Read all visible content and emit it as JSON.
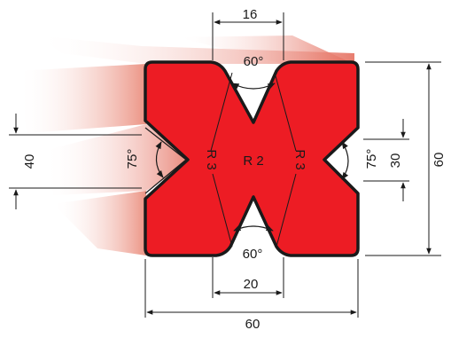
{
  "dimensions": {
    "top_groove_opening": "16",
    "bottom_groove_opening": "20",
    "overall_width": "60",
    "overall_height": "60",
    "left_groove_height": "40",
    "right_groove_height": "30"
  },
  "angles": {
    "top_groove": "60°",
    "bottom_groove": "60°",
    "left_groove": "75°",
    "right_groove": "75°"
  },
  "radii": {
    "left_groove": "R 3",
    "center": "R 2",
    "right_groove": "R 3"
  },
  "colors": {
    "die_fill": "#ed1c24",
    "die_outline": "#1a1a1a",
    "shadow_gradient_start": "#ffffff",
    "shadow_gradient_end": "#e57060",
    "dimension_line": "#1a1a1a"
  }
}
